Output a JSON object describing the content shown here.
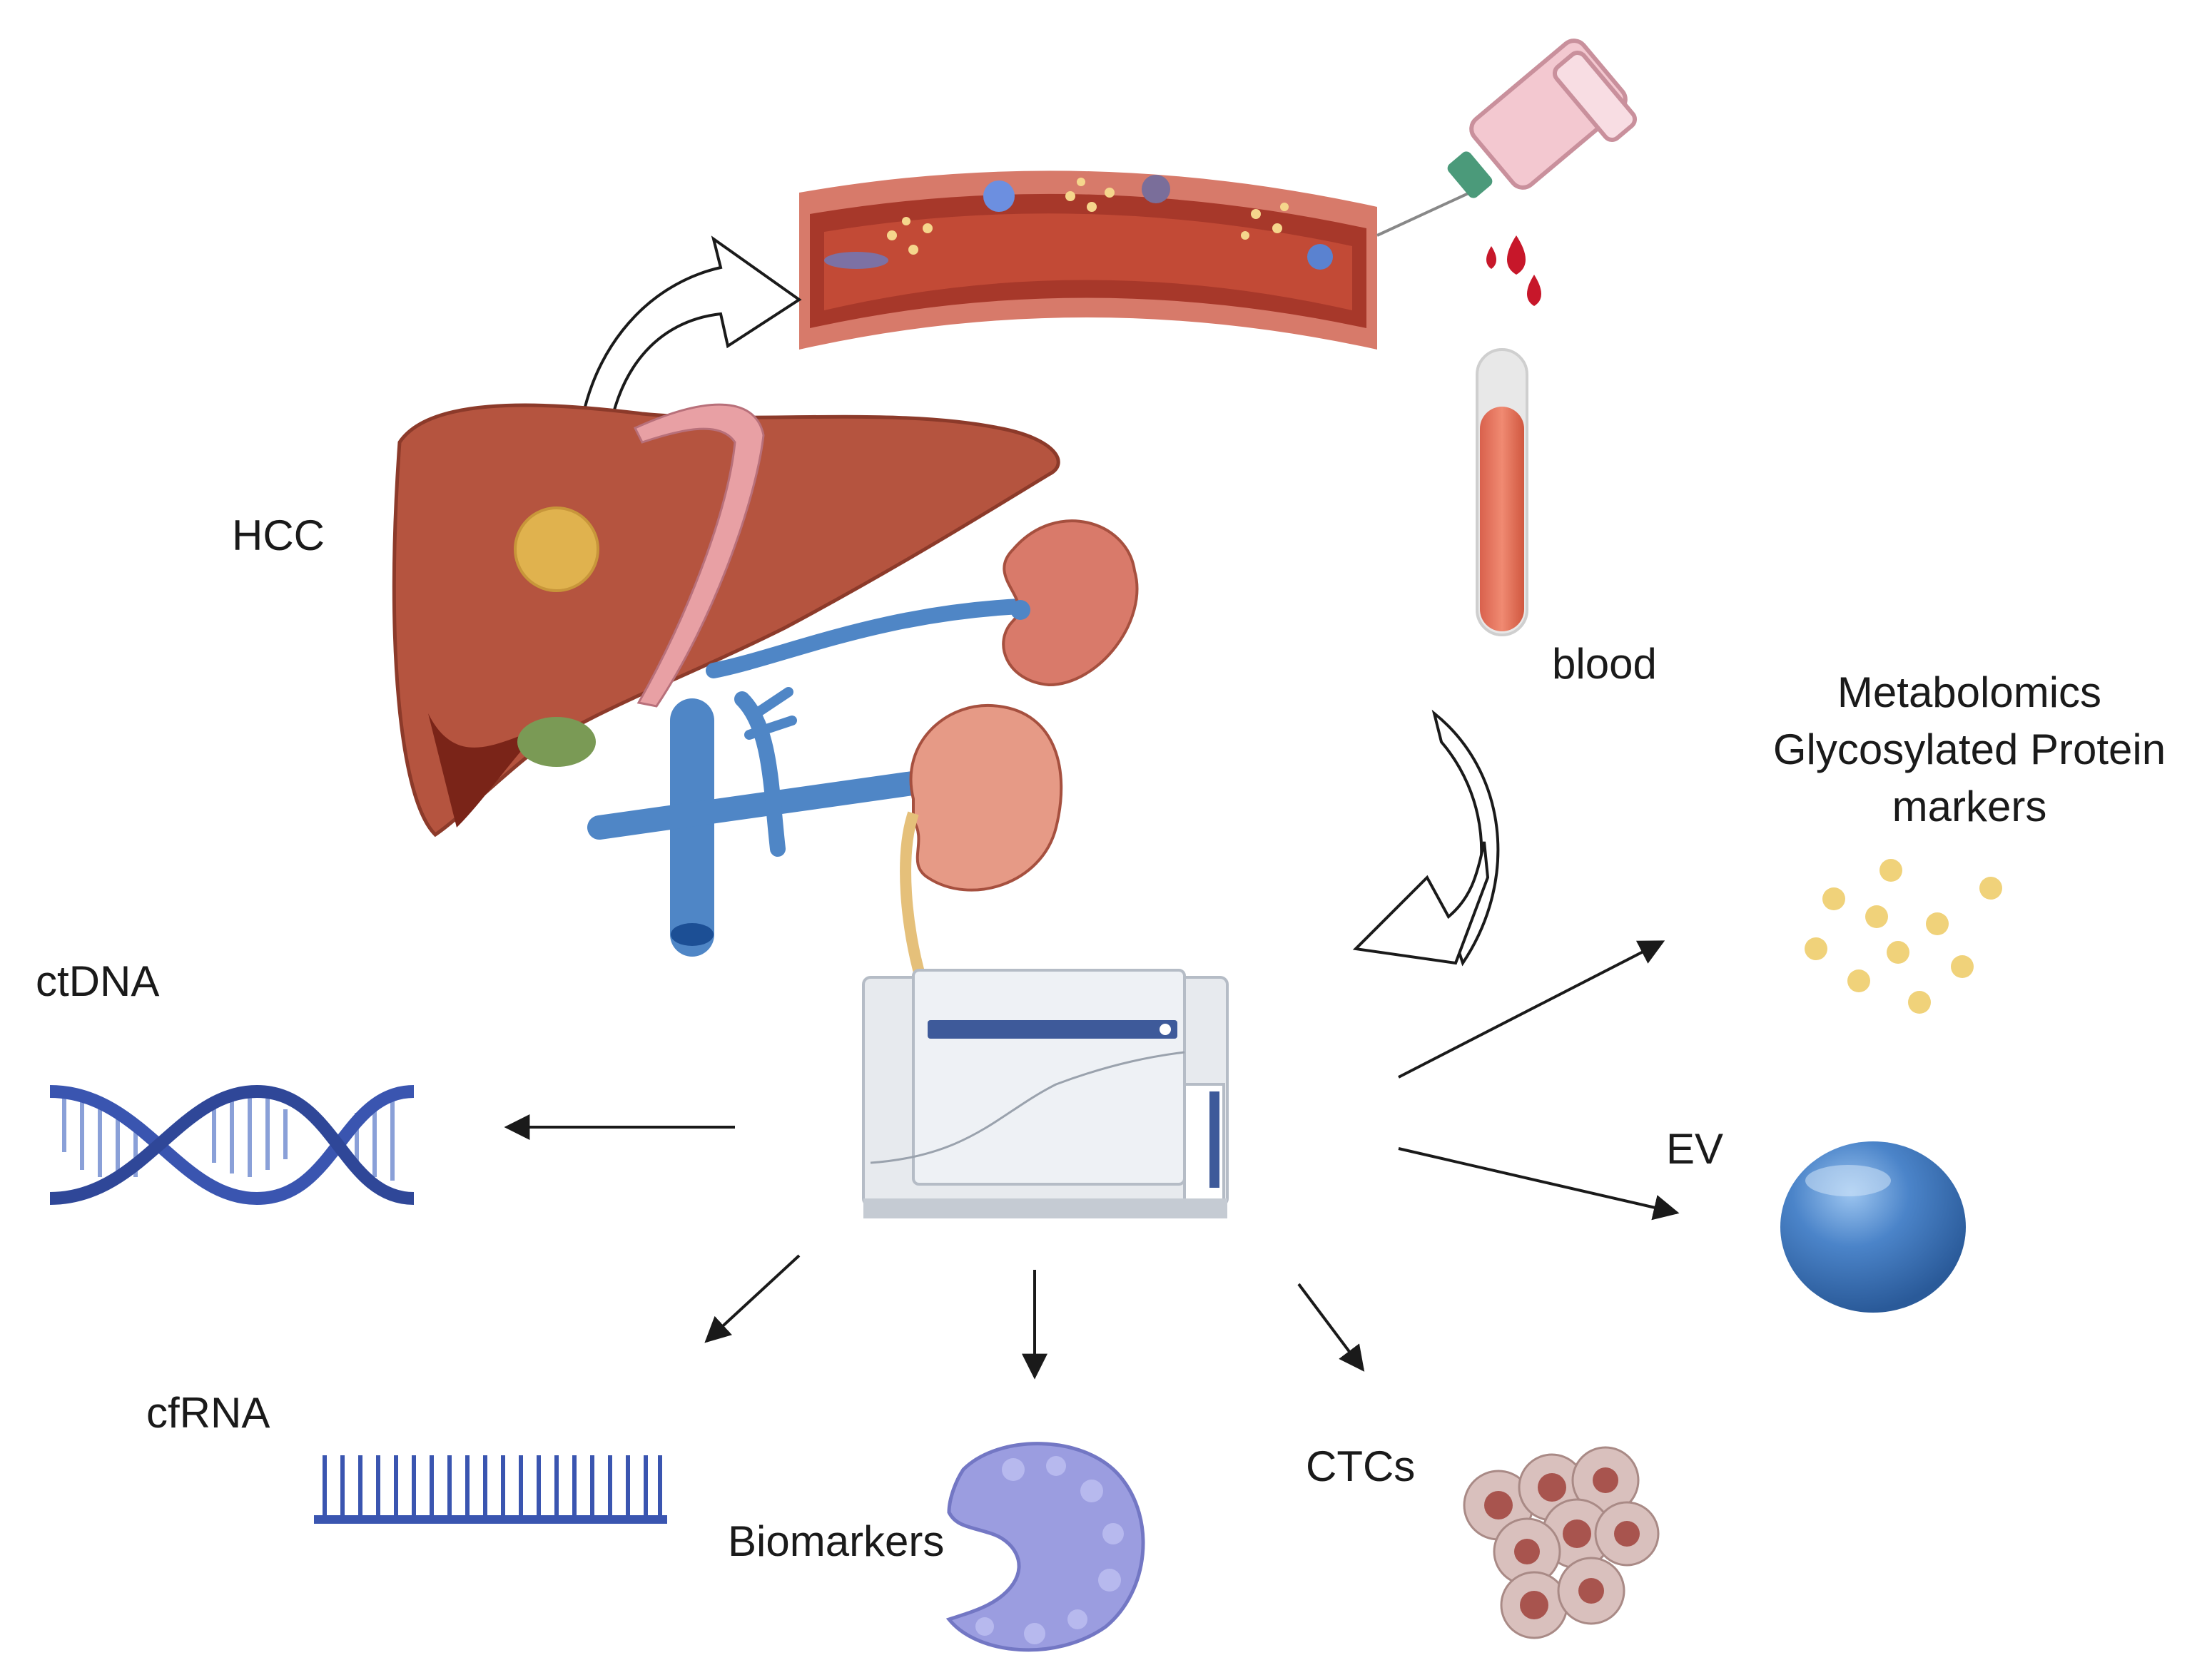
{
  "labels": {
    "hcc": "HCC",
    "blood": "blood",
    "metabolomics_line1": "Metabolomics",
    "metabolomics_line2": "Glycosylated Protein",
    "metabolomics_line3": "markers",
    "ev": "EV",
    "ctdna": "ctDNA",
    "cfrna": "cfRNA",
    "biomarkers": "Biomarkers",
    "ctcs": "CTCs"
  },
  "colors": {
    "liver": "#b5543f",
    "tumor": "#e0b24e",
    "blood_vessel": "#c0503a",
    "vein": "#4f86c6",
    "kidney": "#d97a6a",
    "dna": "#3a55b0",
    "ev_sphere": "#4b84c9",
    "particles": "#f0d27a",
    "protein": "#9b9de0",
    "ctc": "#b07575"
  }
}
